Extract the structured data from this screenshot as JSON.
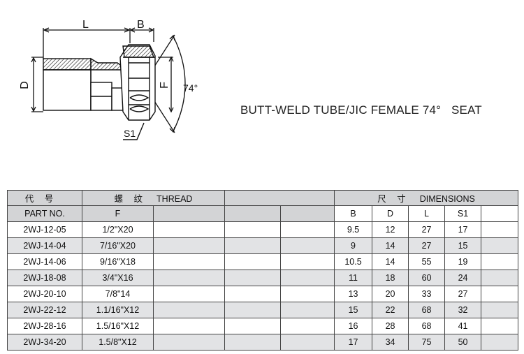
{
  "diagram": {
    "label_l": "L",
    "label_b": "B",
    "label_d": "D",
    "label_f": "F",
    "label_angle": "74°",
    "label_s1": "S1"
  },
  "title": "BUTT-WELD TUBE/JIC FEMALE 74°   SEAT",
  "table": {
    "header": {
      "code_cn": "代 号",
      "thread_cn": "螺 纹",
      "thread_en": "THREAD",
      "dims_cn": "尺 寸",
      "dims_en": "DIMENSIONS",
      "part_no": "PART NO.",
      "f": "F",
      "b": "B",
      "d": "D",
      "l": "L",
      "s1": "S1"
    },
    "rows": [
      {
        "part": "2WJ-12-05",
        "f": "1/2\"X20",
        "b": "9.5",
        "d": "12",
        "l": "27",
        "s1": "17"
      },
      {
        "part": "2WJ-14-04",
        "f": "7/16\"X20",
        "b": "9",
        "d": "14",
        "l": "27",
        "s1": "15"
      },
      {
        "part": "2WJ-14-06",
        "f": "9/16\"X18",
        "b": "10.5",
        "d": "14",
        "l": "55",
        "s1": "19"
      },
      {
        "part": "2WJ-18-08",
        "f": "3/4\"X16",
        "b": "11",
        "d": "18",
        "l": "60",
        "s1": "24"
      },
      {
        "part": "2WJ-20-10",
        "f": "7/8\"14",
        "b": "13",
        "d": "20",
        "l": "33",
        "s1": "27"
      },
      {
        "part": "2WJ-22-12",
        "f": "1.1/16\"X12",
        "b": "15",
        "d": "22",
        "l": "68",
        "s1": "32"
      },
      {
        "part": "2WJ-28-16",
        "f": "1.5/16\"X12",
        "b": "16",
        "d": "28",
        "l": "68",
        "s1": "41"
      },
      {
        "part": "2WJ-34-20",
        "f": "1.5/8\"X12",
        "b": "17",
        "d": "34",
        "l": "75",
        "s1": "50"
      }
    ]
  }
}
